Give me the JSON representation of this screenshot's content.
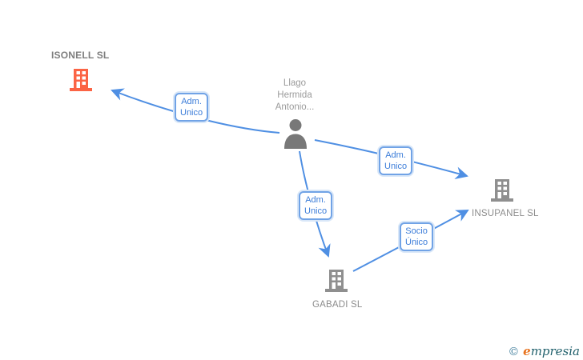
{
  "diagram": {
    "accent_blue": "#4f8fe3",
    "highlight_orange": "#fb6445",
    "icon_gray": "#8f8f8f",
    "nodes": {
      "isonell": {
        "label": "ISONELL SL",
        "type": "company",
        "highlighted": true
      },
      "person": {
        "label_lines": [
          "Llago",
          "Hermida",
          "Antonio..."
        ],
        "type": "person"
      },
      "insupanel": {
        "label": "INSUPANEL SL",
        "type": "company",
        "highlighted": false
      },
      "gabadi": {
        "label": "GABADI SL",
        "type": "company",
        "highlighted": false
      }
    },
    "edges": [
      {
        "from": "person",
        "to": "isonell",
        "label_lines": [
          "Adm.",
          "Unico"
        ]
      },
      {
        "from": "person",
        "to": "insupanel",
        "label_lines": [
          "Adm.",
          "Unico"
        ]
      },
      {
        "from": "person",
        "to": "gabadi",
        "label_lines": [
          "Adm.",
          "Unico"
        ]
      },
      {
        "from": "gabadi",
        "to": "insupanel",
        "label_lines": [
          "Socio",
          "Único"
        ]
      }
    ],
    "watermark": {
      "copyright": "©",
      "brand_first_letter": "e",
      "brand_rest": "mpresia"
    }
  }
}
